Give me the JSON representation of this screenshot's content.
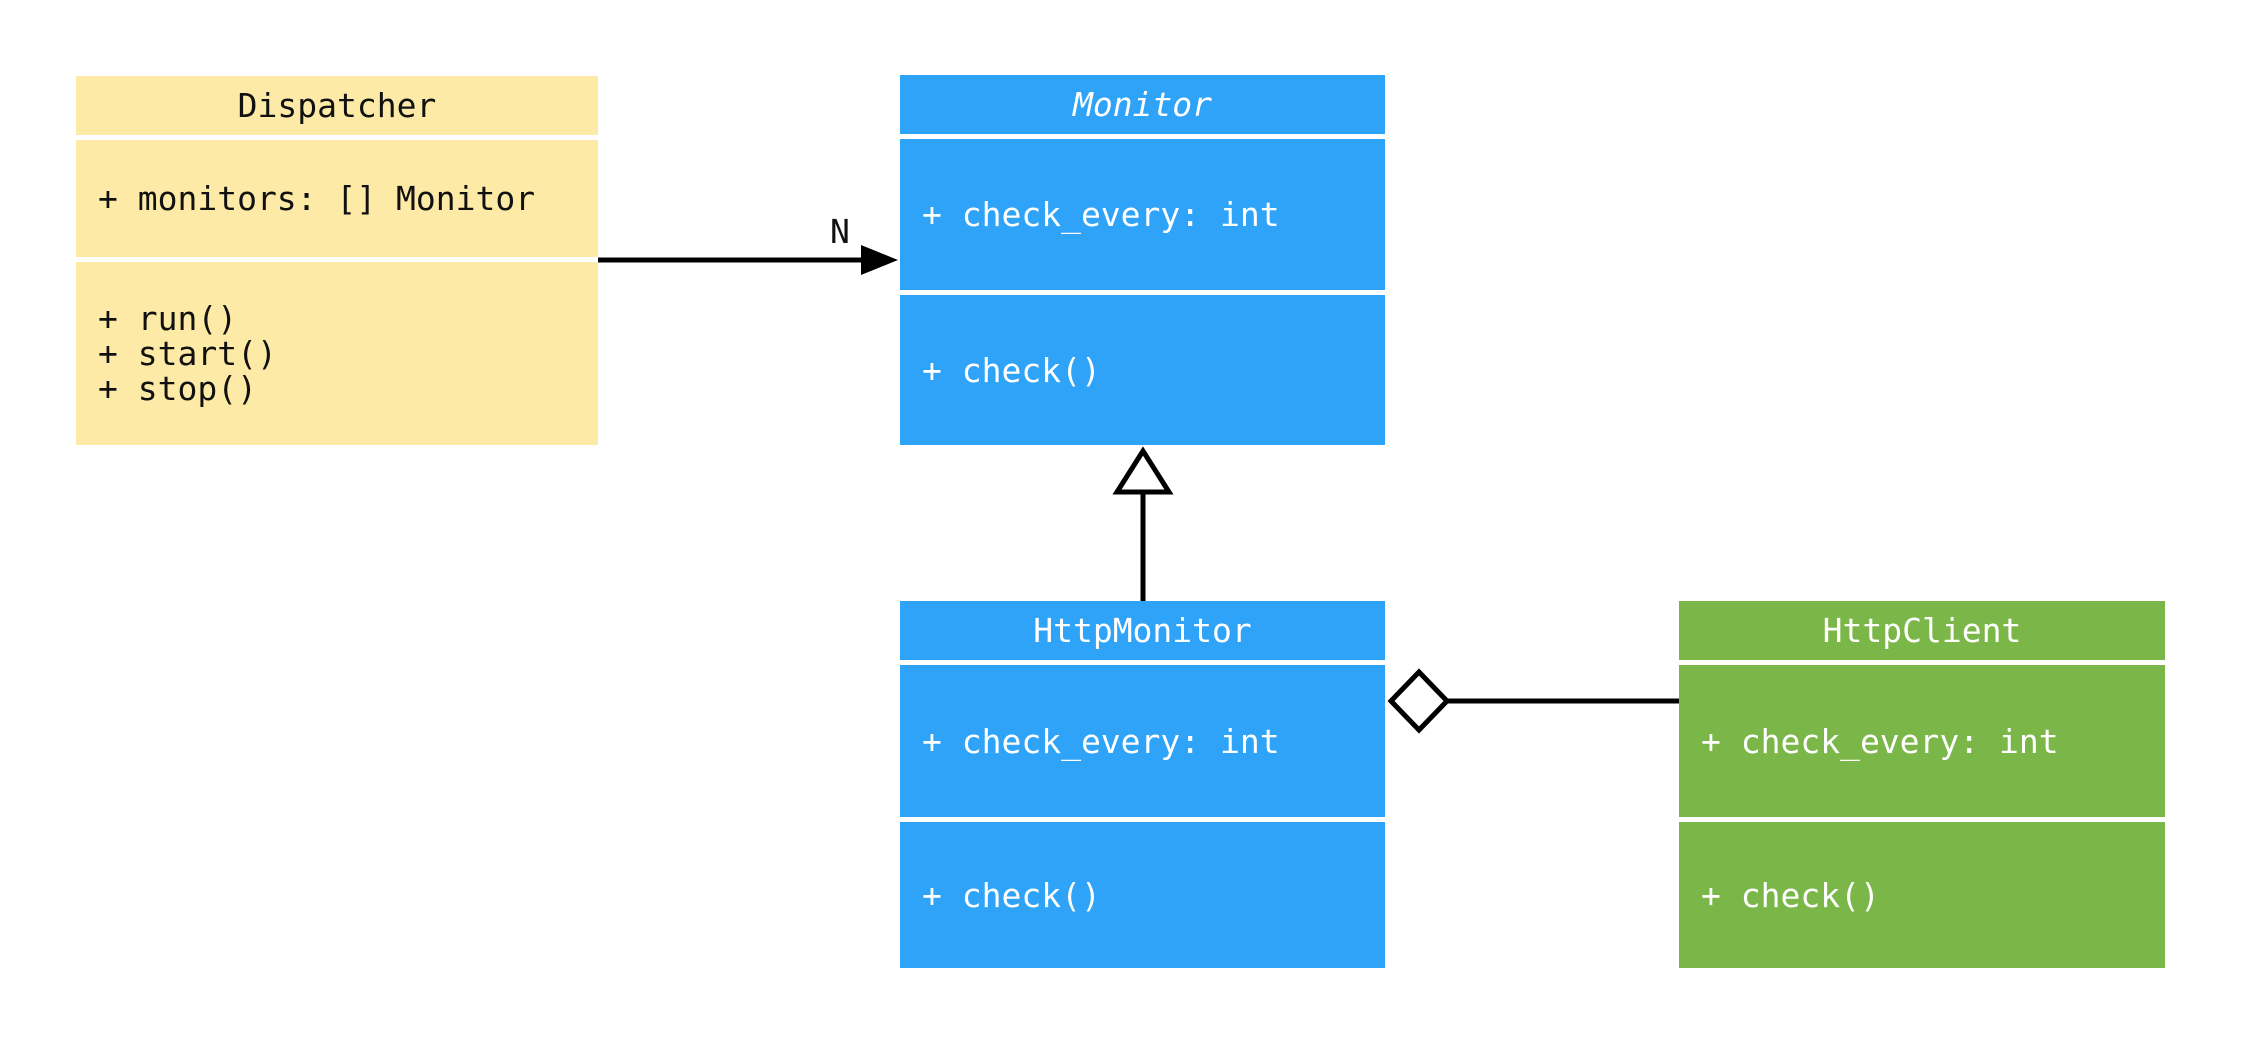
{
  "diagram": {
    "type": "uml-class-diagram",
    "background": "#ffffff",
    "line_color": "#000000",
    "classes": [
      {
        "name": "Dispatcher",
        "abstract": false,
        "fill": "#FCEAA6",
        "text_color": "#111111",
        "attributes": [
          "+ monitors: [] Monitor"
        ],
        "methods": [
          "+ run()",
          "+ start()",
          "+ stop()"
        ]
      },
      {
        "name": "Monitor",
        "abstract": true,
        "fill": "#2EA3F7",
        "text_color": "#ffffff",
        "attributes": [
          "+ check_every: int"
        ],
        "methods": [
          "+ check()"
        ]
      },
      {
        "name": "HttpMonitor",
        "abstract": false,
        "fill": "#2EA3F7",
        "text_color": "#ffffff",
        "attributes": [
          "+ check_every: int"
        ],
        "methods": [
          "+ check()"
        ]
      },
      {
        "name": "HttpClient",
        "abstract": false,
        "fill": "#7AB648",
        "text_color": "#ffffff",
        "attributes": [
          "+ check_every: int"
        ],
        "methods": [
          "+ check()"
        ]
      }
    ],
    "relations": [
      {
        "from": "Dispatcher",
        "to": "Monitor",
        "type": "association",
        "arrow": "filled-arrowhead",
        "label": "N"
      },
      {
        "from": "HttpMonitor",
        "to": "Monitor",
        "type": "generalization",
        "arrow": "hollow-triangle",
        "label": ""
      },
      {
        "from": "HttpMonitor",
        "to": "HttpClient",
        "type": "aggregation",
        "arrow": "hollow-diamond",
        "label": ""
      }
    ]
  }
}
